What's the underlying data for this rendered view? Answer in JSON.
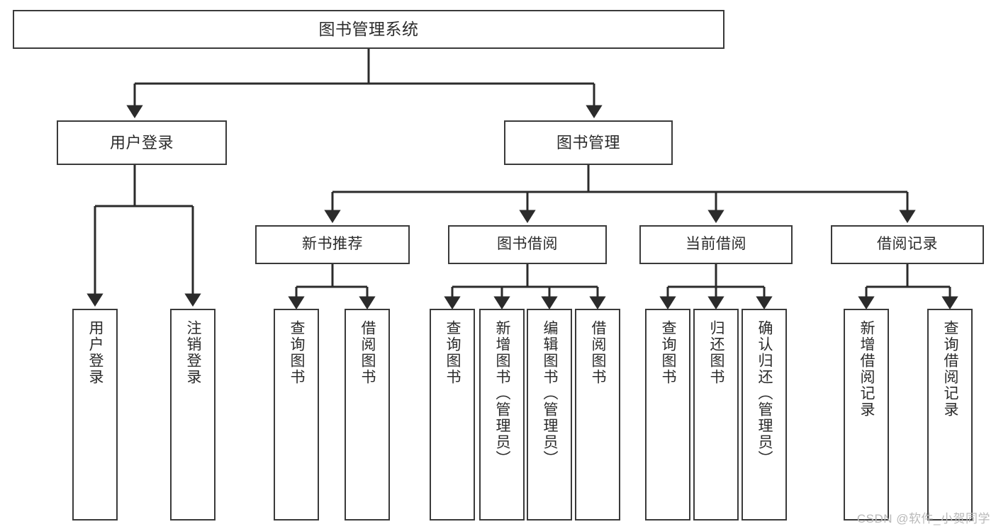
{
  "diagram": {
    "title": "图书管理系统",
    "type": "tree-hierarchy",
    "watermark": "CSDN @软件_小贺同学",
    "style": {
      "box_border_color": "#3a3a3a",
      "box_fill": "#ffffff",
      "connector_color": "#2b2b2b",
      "text_color": "#2b2b2b",
      "watermark_color": "#b9b9b9",
      "canvas_background": "#ffffff"
    },
    "nodes": {
      "root": {
        "label": "图书管理系统"
      },
      "level1": [
        {
          "id": "user-login",
          "label": "用户登录"
        },
        {
          "id": "book-management",
          "label": "图书管理"
        }
      ],
      "level2": [
        {
          "id": "new-book-recommend",
          "label": "新书推荐",
          "parent": "book-management"
        },
        {
          "id": "book-borrow",
          "label": "图书借阅",
          "parent": "book-management"
        },
        {
          "id": "current-borrow",
          "label": "当前借阅",
          "parent": "book-management"
        },
        {
          "id": "borrow-record",
          "label": "借阅记录",
          "parent": "book-management"
        }
      ],
      "leaves": [
        {
          "id": "leaf-user-login",
          "label": "用户登录",
          "parent": "user-login"
        },
        {
          "id": "leaf-logout-login",
          "label": "注销登录",
          "parent": "user-login"
        },
        {
          "id": "leaf-query-book-1",
          "label": "查询图书",
          "parent": "new-book-recommend"
        },
        {
          "id": "leaf-borrow-book-1",
          "label": "借阅图书",
          "parent": "new-book-recommend"
        },
        {
          "id": "leaf-query-book-2",
          "label": "查询图书",
          "parent": "book-borrow"
        },
        {
          "id": "leaf-add-book",
          "label": "新增图书（管理员）",
          "parent": "book-borrow"
        },
        {
          "id": "leaf-edit-book",
          "label": "编辑图书（管理员）",
          "parent": "book-borrow"
        },
        {
          "id": "leaf-borrow-book-2",
          "label": "借阅图书",
          "parent": "book-borrow"
        },
        {
          "id": "leaf-query-book-3",
          "label": "查询图书",
          "parent": "current-borrow"
        },
        {
          "id": "leaf-return-book",
          "label": "归还图书",
          "parent": "current-borrow"
        },
        {
          "id": "leaf-confirm-return",
          "label": "确认归还（管理员）",
          "parent": "current-borrow"
        },
        {
          "id": "leaf-add-record",
          "label": "新增借阅记录",
          "parent": "borrow-record"
        },
        {
          "id": "leaf-query-record",
          "label": "查询借阅记录",
          "parent": "borrow-record"
        }
      ]
    }
  }
}
